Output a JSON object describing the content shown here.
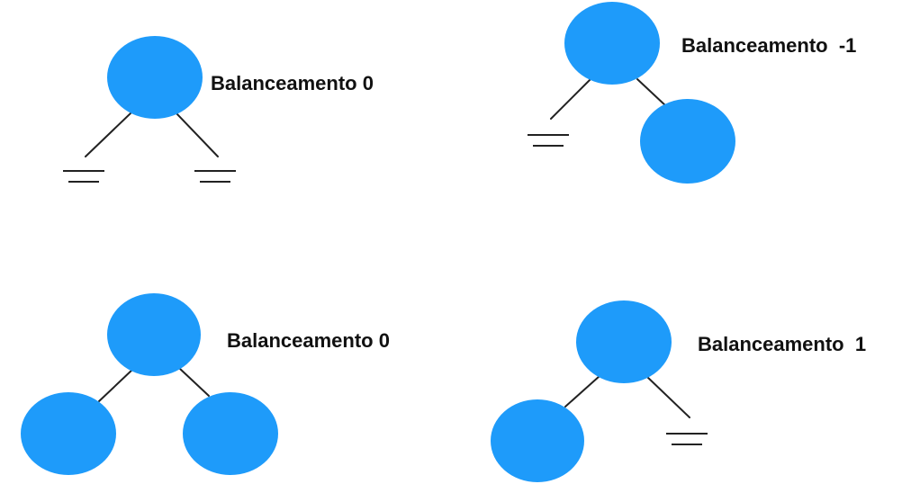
{
  "colors": {
    "node_fill": "#1e9bfa",
    "edge": "#222222",
    "text": "#111111",
    "background": "#ffffff"
  },
  "trees": [
    {
      "label": "Balanceamento 0",
      "left_child": "null",
      "right_child": "null"
    },
    {
      "label": "Balanceamento  -1",
      "left_child": "null",
      "right_child": "node"
    },
    {
      "label": "Balanceamento 0",
      "left_child": "node",
      "right_child": "node"
    },
    {
      "label": "Balanceamento  1",
      "left_child": "node",
      "right_child": "null"
    }
  ]
}
